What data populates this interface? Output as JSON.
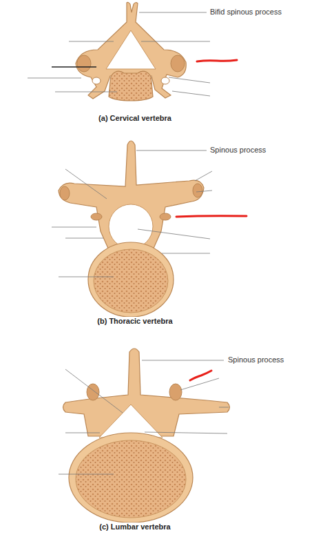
{
  "diagram": {
    "labels": [
      "Bifid spinous process",
      "(a) Cervical vertebra",
      "Spinous process",
      "(b) Thoracic vertebra",
      "Spinous process",
      "(c) Lumbar vertebra"
    ]
  }
}
